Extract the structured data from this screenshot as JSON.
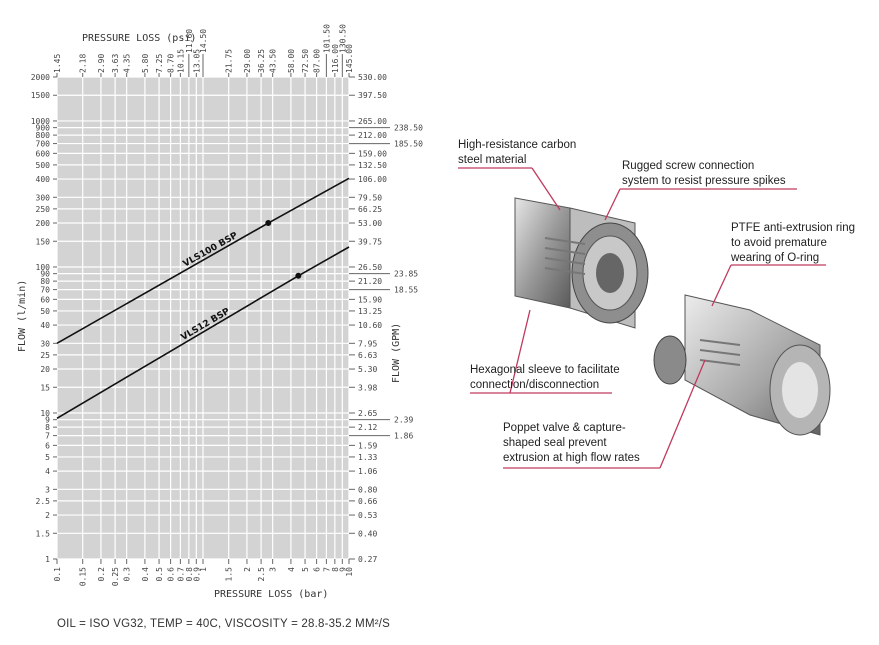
{
  "chart_data": {
    "type": "line",
    "x_axis_bottom": {
      "label": "PRESSURE LOSS (bar)",
      "scale": "log",
      "range": [
        0.1,
        10
      ],
      "tick_labels": [
        "0.1",
        "0.15",
        "0.2",
        "0.25",
        "0.3",
        "0.4",
        "0.5",
        "0.6",
        "0.7",
        "0.8",
        "0.9",
        "1",
        "1.5",
        "2",
        "2.5",
        "3",
        "4",
        "5",
        "6",
        "7",
        "8",
        "9",
        "10"
      ],
      "tick_values": [
        0.1,
        0.15,
        0.2,
        0.25,
        0.3,
        0.4,
        0.5,
        0.6,
        0.7,
        0.8,
        0.9,
        1,
        1.5,
        2,
        2.5,
        3,
        4,
        5,
        6,
        7,
        8,
        9,
        10
      ]
    },
    "x_axis_top": {
      "label": "PRESSURE LOSS (psi)",
      "tick_labels": [
        "1.45",
        "2.18",
        "2.90",
        "3.63",
        "4.35",
        "5.80",
        "7.25",
        "8.70",
        "10.15",
        "11.60",
        "13.05",
        "14.50",
        "21.75",
        "29.00",
        "36.25",
        "43.50",
        "58.00",
        "72.50",
        "87.00",
        "101.50",
        "116.00",
        "130.50",
        "145.00"
      ],
      "tick_values": [
        0.1,
        0.15,
        0.2,
        0.25,
        0.3,
        0.4,
        0.5,
        0.6,
        0.7,
        0.8,
        0.9,
        1,
        1.5,
        2,
        2.5,
        3,
        4,
        5,
        6,
        7,
        8,
        9,
        10
      ],
      "high_labels": [
        "11.60",
        "14.50",
        "101.50",
        "130.50"
      ]
    },
    "y_axis_left": {
      "label": "FLOW (l/min)",
      "scale": "log",
      "range": [
        1,
        2000
      ],
      "tick_labels": [
        "1",
        "1.5",
        "2",
        "2.5",
        "3",
        "4",
        "5",
        "6",
        "7",
        "8",
        "9",
        "10",
        "15",
        "20",
        "25",
        "30",
        "40",
        "50",
        "60",
        "70",
        "80",
        "90",
        "100",
        "150",
        "200",
        "250",
        "300",
        "400",
        "500",
        "600",
        "700",
        "800",
        "900",
        "1000",
        "1500",
        "2000"
      ],
      "tick_values": [
        1,
        1.5,
        2,
        2.5,
        3,
        4,
        5,
        6,
        7,
        8,
        9,
        10,
        15,
        20,
        25,
        30,
        40,
        50,
        60,
        70,
        80,
        90,
        100,
        150,
        200,
        250,
        300,
        400,
        500,
        600,
        700,
        800,
        900,
        1000,
        1500,
        2000
      ]
    },
    "y_axis_right": {
      "label": "FLOW (GPM)",
      "tick_labels": [
        "0.27",
        "0.40",
        "0.53",
        "0.66",
        "0.80",
        "1.06",
        "1.33",
        "1.59",
        "1.86",
        "2.12",
        "2.39",
        "2.65",
        "3.98",
        "5.30",
        "6.63",
        "7.95",
        "10.60",
        "13.25",
        "15.90",
        "18.55",
        "21.20",
        "23.85",
        "26.50",
        "39.75",
        "53.00",
        "66.25",
        "79.50",
        "106.00",
        "132.50",
        "159.00",
        "185.50",
        "212.00",
        "238.50",
        "265.00",
        "397.50",
        "530.00"
      ],
      "tick_values": [
        1,
        1.5,
        2,
        2.5,
        3,
        4,
        5,
        6,
        7,
        8,
        9,
        10,
        15,
        20,
        25,
        30,
        40,
        50,
        60,
        70,
        80,
        90,
        100,
        150,
        200,
        250,
        300,
        400,
        500,
        600,
        700,
        800,
        900,
        1000,
        1500,
        2000
      ],
      "outer_labels": [
        "1.86",
        "2.39",
        "18.55",
        "23.85",
        "185.50",
        "238.50"
      ]
    },
    "series": [
      {
        "name": "VLS100 BSP",
        "x": [
          0.1,
          2.8,
          10
        ],
        "y": [
          30,
          200,
          405
        ],
        "marker_x": 2.8,
        "marker_y": 200
      },
      {
        "name": "VLS12 BSP",
        "x": [
          0.1,
          4.5,
          10
        ],
        "y": [
          9.2,
          87,
          137
        ],
        "marker_x": 4.5,
        "marker_y": 87
      }
    ],
    "grid": true,
    "legend": "none"
  },
  "annotations": {
    "carbon_steel": [
      "High-resistance carbon",
      "steel material"
    ],
    "screw_connection": [
      "Rugged screw connection",
      "system to resist pressure spikes"
    ],
    "ptfe_ring": [
      "PTFE anti-extrusion ring",
      "to avoid premature",
      "wearing of O-ring"
    ],
    "hex_sleeve": [
      "Hexagonal sleeve to facilitate",
      "connection/disconnection"
    ],
    "poppet_valve": [
      "Poppet valve & capture-",
      "shaped seal prevent",
      "extrusion at high flow rates"
    ]
  },
  "footnote": "OIL = ISO VG32, TEMP = 40C, VISCOSITY = 28.8-35.2 MM²/S",
  "colors": {
    "plot_bg": "#d3d3d3",
    "grid": "#ffffff",
    "line": "#111111",
    "accent": "#c03a5e"
  }
}
